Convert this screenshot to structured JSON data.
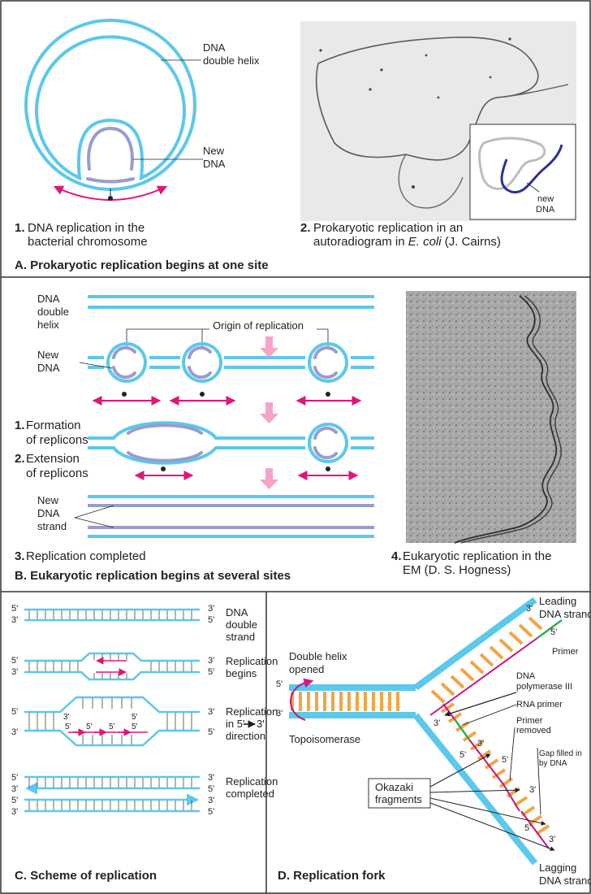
{
  "colors": {
    "dna": "#5bc8ec",
    "new_dna": "#9a9ccc",
    "arrow": "#e0157a",
    "pink_big": "#f5a3c7",
    "rung": "#f2a545",
    "primer": "#35a84c",
    "magenta_strand": "#c8157f",
    "dark_blue": "#2b2f9a",
    "border": "#333333"
  },
  "panel_a": {
    "dna_double_helix": [
      "DNA",
      "double helix"
    ],
    "new_dna": [
      "New",
      "DNA"
    ],
    "cap1_num": "1.",
    "cap1": [
      "DNA replication in the",
      "bacterial chromosome"
    ],
    "cap2_num": "2.",
    "cap2_line1": "Prokaryotic replication in an",
    "cap2_line2_pre": "autoradiogram in ",
    "cap2_line2_italic": "E. coli",
    "cap2_line2_post": " (J. Cairns)",
    "inset_label": [
      "new",
      "DNA"
    ],
    "title": "A. Prokaryotic replication begins at one site"
  },
  "panel_b": {
    "dna_double_helix": [
      "DNA",
      "double",
      "helix"
    ],
    "new_dna": [
      "New",
      "DNA"
    ],
    "origin": "Origin of replication",
    "step1_num": "1.",
    "step1": [
      "Formation",
      "of replicons"
    ],
    "step2_num": "2.",
    "step2": [
      "Extension",
      "of replicons"
    ],
    "new_dna_strand": [
      "New",
      "DNA",
      "strand"
    ],
    "step3_num": "3.",
    "step3": "Replication completed",
    "step4_num": "4.",
    "step4": [
      "Eukaryotic replication in the",
      "EM (D. S. Hogness)"
    ],
    "title": "B. Eukaryotic replication begins at several sites"
  },
  "panel_c": {
    "dna_double_strand": [
      "DNA",
      "double",
      "strand"
    ],
    "replication_begins": [
      "Replication",
      "begins"
    ],
    "replication_direction": [
      "Replication",
      "in 5'",
      "3'",
      "direction"
    ],
    "replication_completed": [
      "Replication",
      "completed"
    ],
    "p5": "5'",
    "p3": "3'",
    "title": "C.  Scheme of replication"
  },
  "panel_d": {
    "leading": [
      "Leading",
      "DNA strand"
    ],
    "primer": "Primer",
    "double_helix_opened": [
      "Double helix",
      "opened"
    ],
    "dna_polymerase": [
      "DNA",
      "polymerase III"
    ],
    "rna_primer": "RNA primer",
    "primer_removed": [
      "Primer",
      "removed"
    ],
    "gap_filled": [
      "Gap filled in",
      "by DNA"
    ],
    "topoisomerase": "Topoisomerase",
    "okazaki": [
      "Okazaki",
      "fragments"
    ],
    "lagging": [
      "Lagging",
      "DNA strand"
    ],
    "p5": "5'",
    "p3": "3'",
    "title": "D. Replication fork"
  }
}
